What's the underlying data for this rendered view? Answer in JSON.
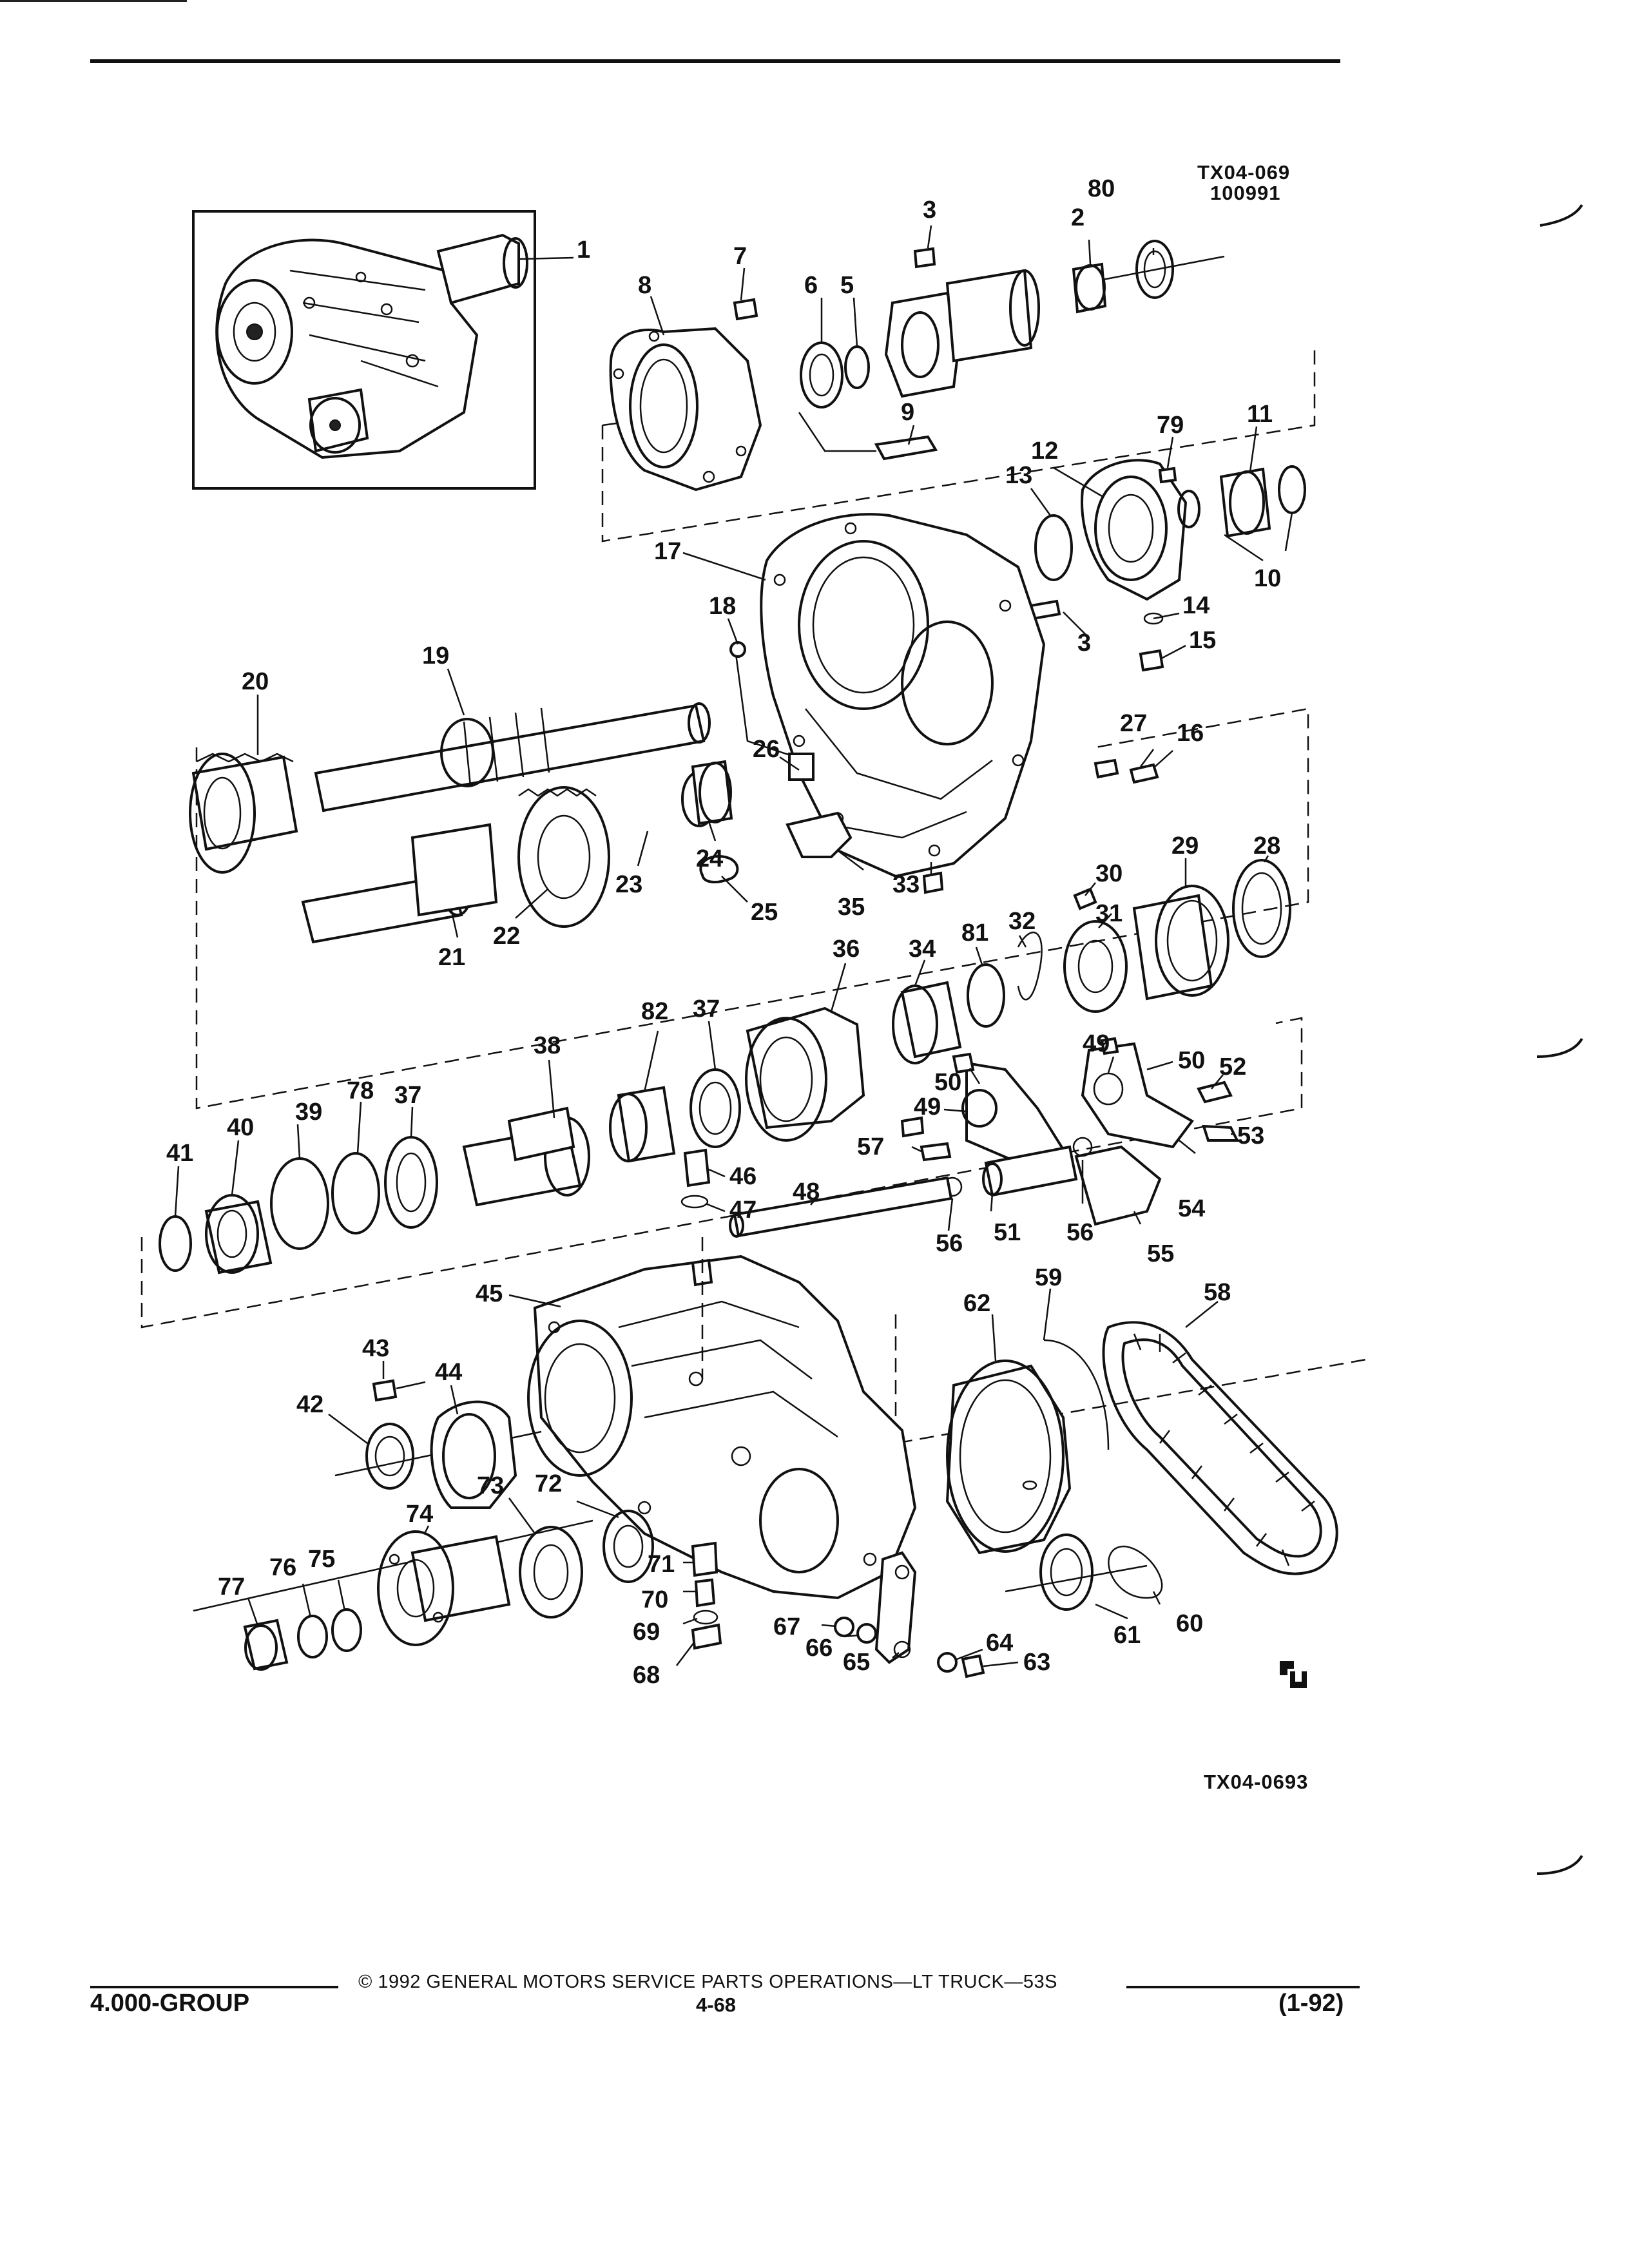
{
  "header": {
    "figure_id": "TX04-069",
    "figure_code": "100991",
    "figure_id_bottom": "TX04-0693"
  },
  "callouts": [
    "1",
    "2",
    "3",
    "3",
    "5",
    "6",
    "7",
    "8",
    "9",
    "10",
    "11",
    "12",
    "13",
    "14",
    "15",
    "16",
    "17",
    "18",
    "19",
    "20",
    "21",
    "22",
    "23",
    "24",
    "25",
    "26",
    "27",
    "28",
    "29",
    "30",
    "31",
    "32",
    "33",
    "34",
    "35",
    "36",
    "37",
    "37",
    "38",
    "39",
    "40",
    "41",
    "42",
    "43",
    "44",
    "45",
    "46",
    "47",
    "48",
    "49",
    "49",
    "50",
    "50",
    "51",
    "52",
    "53",
    "54",
    "55",
    "56",
    "56",
    "57",
    "58",
    "59",
    "60",
    "61",
    "62",
    "63",
    "64",
    "65",
    "66",
    "67",
    "68",
    "69",
    "70",
    "71",
    "72",
    "73",
    "74",
    "75",
    "76",
    "77",
    "78",
    "79",
    "80",
    "81",
    "82"
  ],
  "footer": {
    "copyright": "© 1992 GENERAL MOTORS SERVICE PARTS OPERATIONS—LT TRUCK—53S",
    "group": "4.000-GROUP",
    "page": "4-68",
    "date": "(1-92)"
  },
  "colors": {
    "ink": "#111111",
    "paper": "#ffffff"
  }
}
